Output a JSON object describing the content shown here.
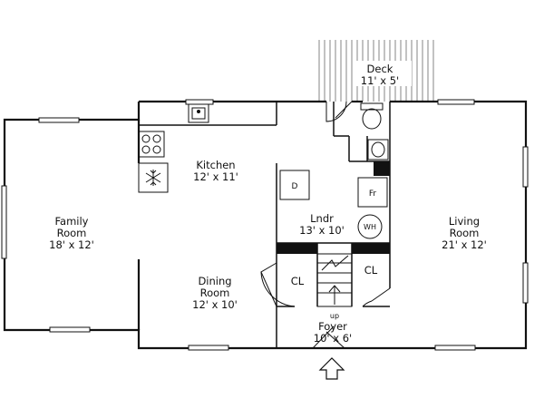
{
  "rooms": {
    "deck": {
      "name": "Deck",
      "size": "11' x 5'"
    },
    "family_room": {
      "name": "Family",
      "name2": "Room",
      "size": "18' x 12'"
    },
    "kitchen": {
      "name": "Kitchen",
      "size": "12' x 11'"
    },
    "laundry": {
      "name": "Lndr",
      "size": "13' x 10'"
    },
    "living_room": {
      "name": "Living",
      "name2": "Room",
      "size": "21' x 12'"
    },
    "dining_room": {
      "name": "Dining",
      "name2": "Room",
      "size": "12' x 10'"
    },
    "foyer": {
      "name": "Foyer",
      "size": "10' x 6'"
    }
  },
  "fixtures": {
    "dryer": "D",
    "fridge": "Fr",
    "water_heater": "WH",
    "closet_left": "CL",
    "closet_right": "CL",
    "stair_direction": "up"
  }
}
